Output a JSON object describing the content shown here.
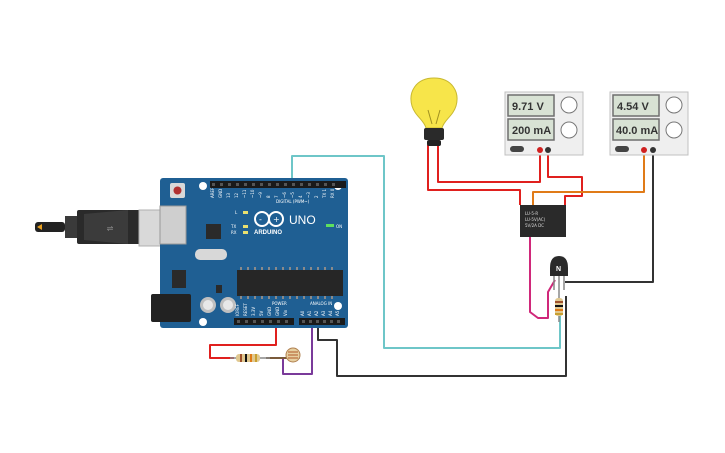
{
  "power_supply_1": {
    "voltage": "9.71 V",
    "current": "200 mA"
  },
  "power_supply_2": {
    "voltage": "4.54 V",
    "current": "40.0 mA"
  },
  "arduino": {
    "model": "UNO",
    "brand": "ARDUINO",
    "digital_header": "DIGITAL (PWM~)",
    "power_header": "POWER",
    "analog_header": "ANALOG IN",
    "on_label": "ON",
    "l_label": "L",
    "tx_label": "TX",
    "rx_label": "RX",
    "digital_pins": [
      "AREF",
      "GND",
      "13",
      "12",
      "~11",
      "~10",
      "~9",
      "8",
      "7",
      "~6",
      "~5",
      "4",
      "~3",
      "2",
      "TX 1",
      "RX 0"
    ],
    "power_pins": [
      "IOREF",
      "RESET",
      "3.3V",
      "5V",
      "GND",
      "GND",
      "Vin"
    ],
    "analog_pins": [
      "A0",
      "A1",
      "A2",
      "A3",
      "A4",
      "A5"
    ]
  },
  "relay": {
    "line1": "LU-5-R",
    "line2": "LU-5V(AC)",
    "line3": "5V/2A  DC"
  },
  "transistor": {
    "label": "N"
  },
  "colors": {
    "board": "#1f5f93",
    "wire_red": "#e0201e",
    "wire_teal": "#6ec6c8",
    "wire_orange": "#e07b18",
    "wire_black": "#333333",
    "wire_magenta": "#d0287a",
    "wire_purple": "#7a3a9a",
    "bulb": "#f7e54a"
  }
}
